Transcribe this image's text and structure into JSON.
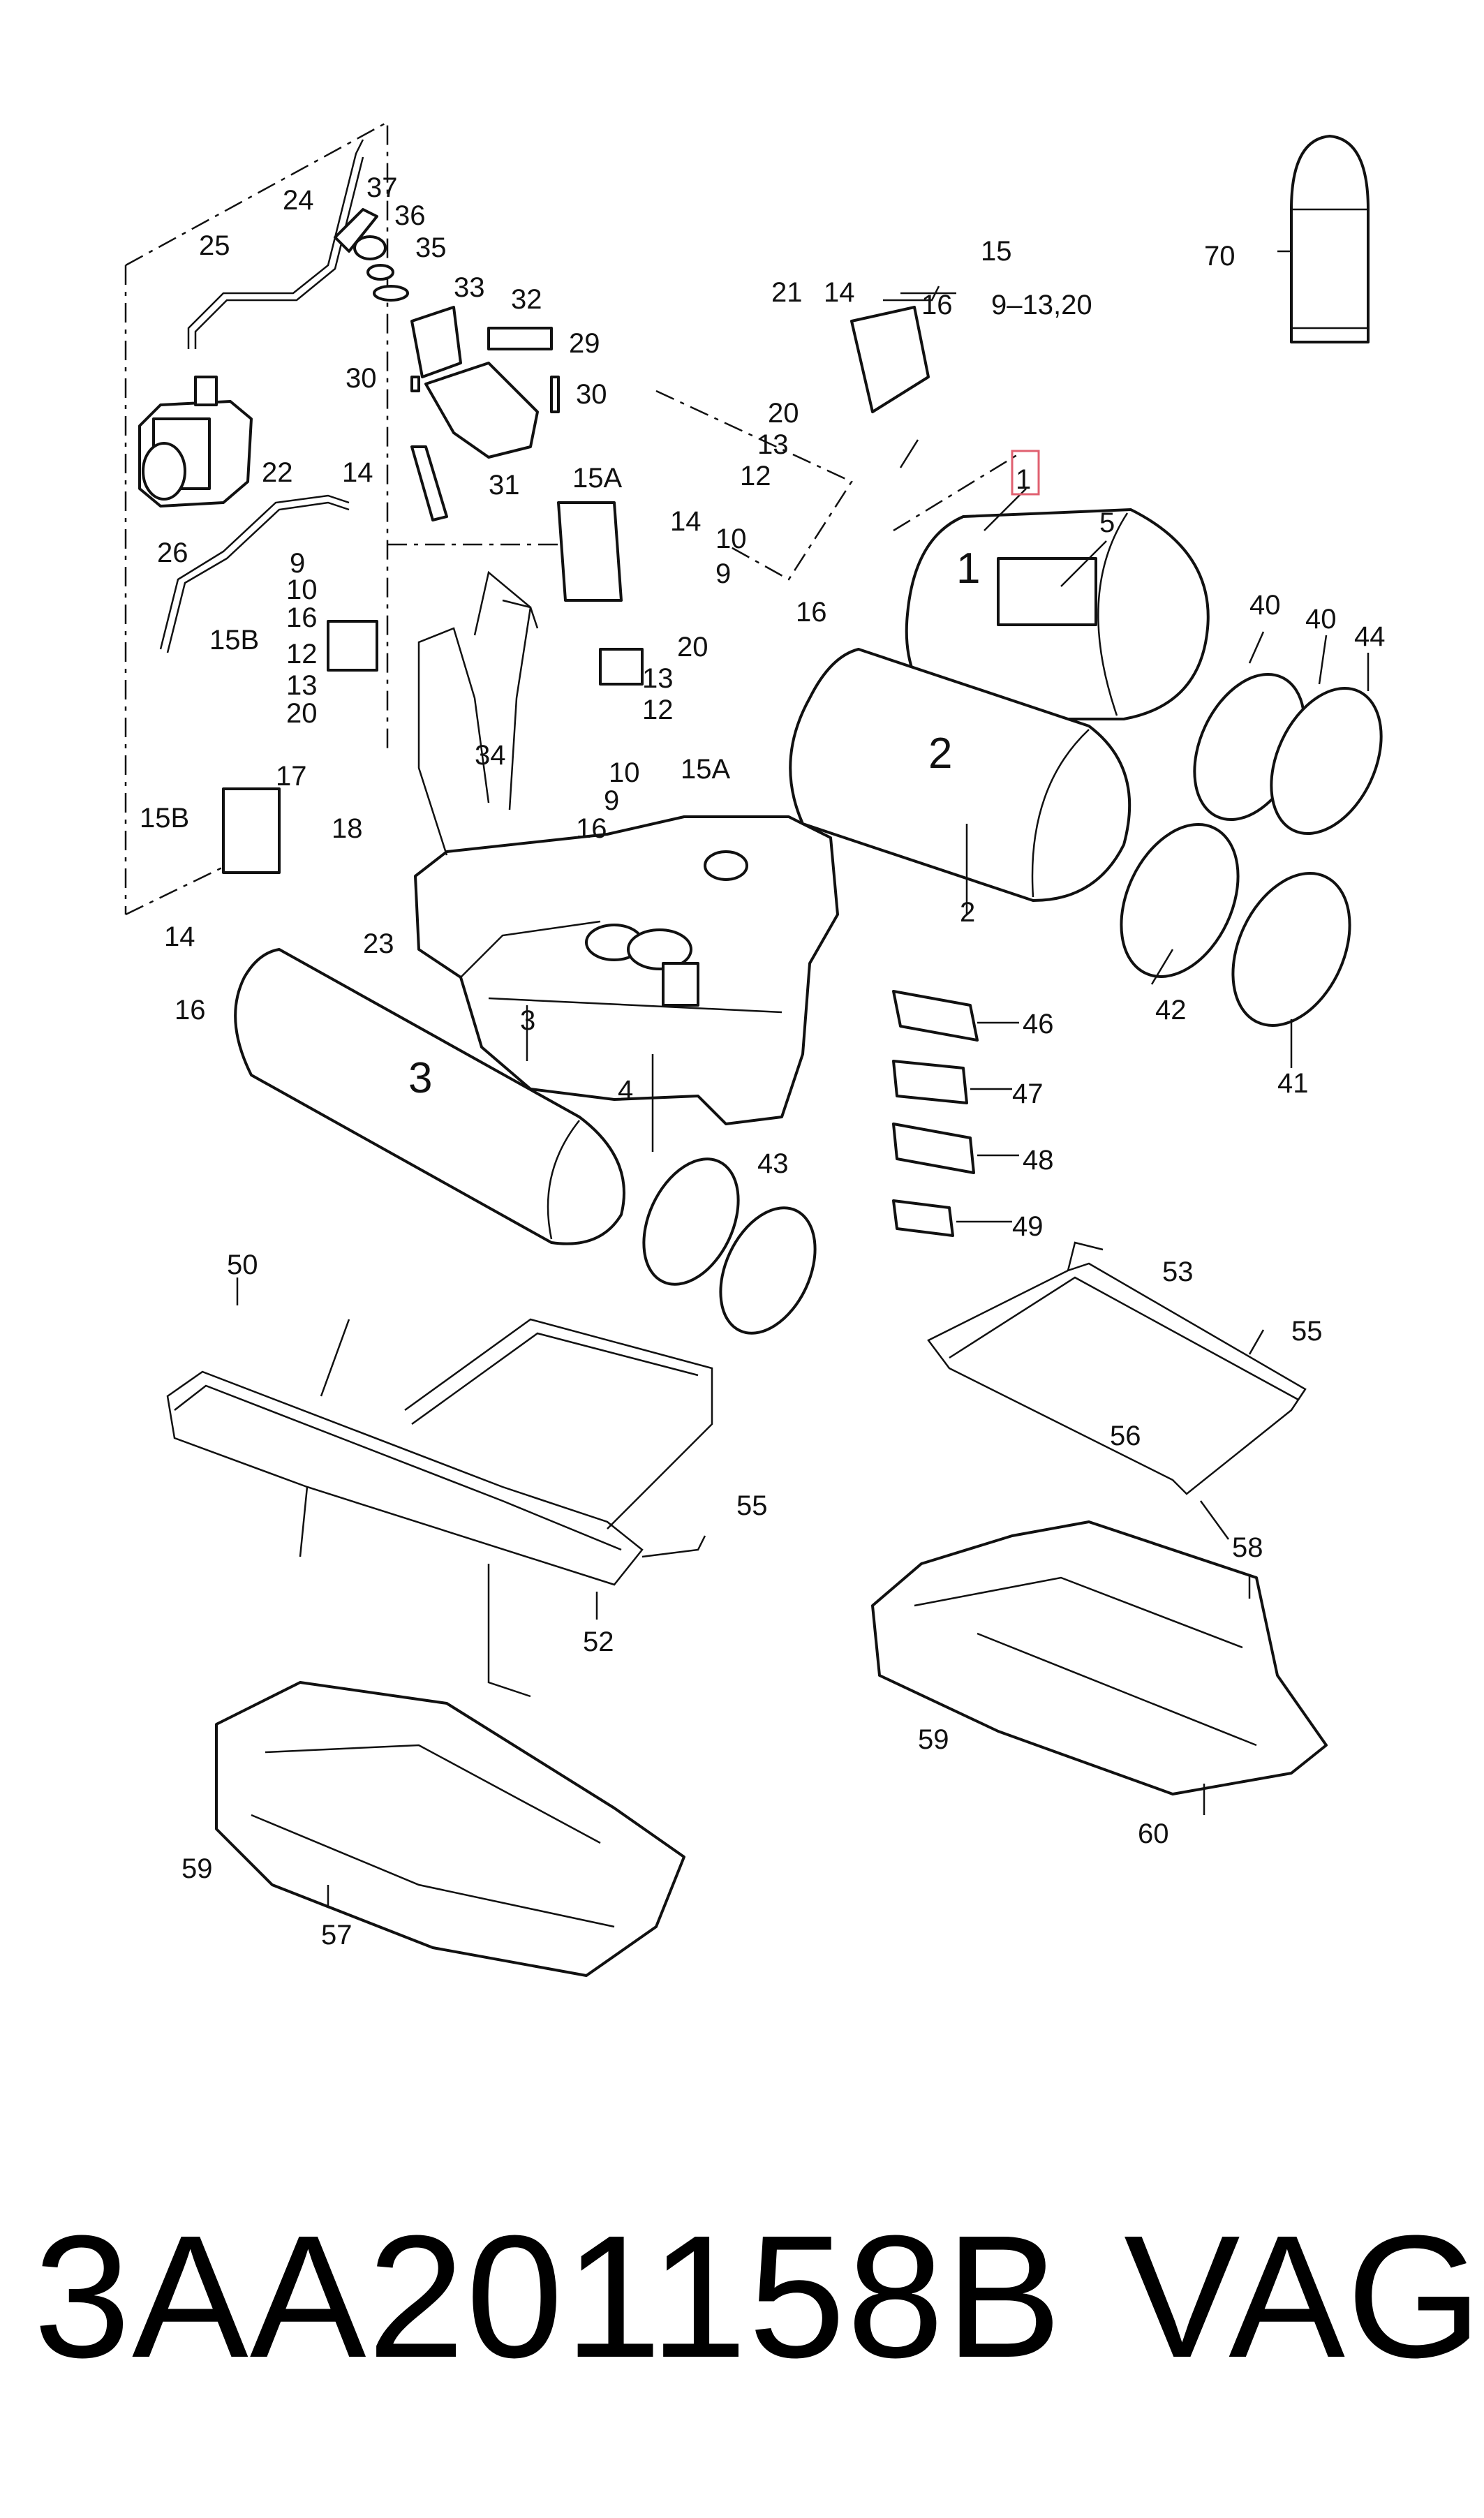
{
  "callouts": [
    {
      "id": "c25",
      "text": "25"
    },
    {
      "id": "c24",
      "text": "24"
    },
    {
      "id": "c37",
      "text": "37"
    },
    {
      "id": "c36",
      "text": "36"
    },
    {
      "id": "c35",
      "text": "35"
    },
    {
      "id": "c33",
      "text": "33"
    },
    {
      "id": "c32",
      "text": "32"
    },
    {
      "id": "c29",
      "text": "29"
    },
    {
      "id": "c30a",
      "text": "30"
    },
    {
      "id": "c30b",
      "text": "30"
    },
    {
      "id": "c31",
      "text": "31"
    },
    {
      "id": "c26",
      "text": "26"
    },
    {
      "id": "c22",
      "text": "22"
    },
    {
      "id": "c14a",
      "text": "14"
    },
    {
      "id": "c15A_top",
      "text": "15A"
    },
    {
      "id": "c14b",
      "text": "14"
    },
    {
      "id": "c21",
      "text": "21"
    },
    {
      "id": "c14c",
      "text": "14"
    },
    {
      "id": "c15",
      "text": "15"
    },
    {
      "id": "c16a",
      "text": "16"
    },
    {
      "id": "c9_13_20",
      "text": "9–13,20"
    },
    {
      "id": "c20a",
      "text": "20"
    },
    {
      "id": "c13a",
      "text": "13"
    },
    {
      "id": "c12a",
      "text": "12"
    },
    {
      "id": "c10a",
      "text": "10"
    },
    {
      "id": "c9a",
      "text": "9"
    },
    {
      "id": "c16b",
      "text": "16"
    },
    {
      "id": "c9b",
      "text": "9"
    },
    {
      "id": "c10b",
      "text": "10"
    },
    {
      "id": "c16c",
      "text": "16"
    },
    {
      "id": "c15B_a",
      "text": "15B"
    },
    {
      "id": "c12b",
      "text": "12"
    },
    {
      "id": "c13b",
      "text": "13"
    },
    {
      "id": "c20b",
      "text": "20"
    },
    {
      "id": "c20c",
      "text": "20"
    },
    {
      "id": "c13c",
      "text": "13"
    },
    {
      "id": "c12c",
      "text": "12"
    },
    {
      "id": "c34",
      "text": "34"
    },
    {
      "id": "c10c",
      "text": "10"
    },
    {
      "id": "c15A_bot",
      "text": "15A"
    },
    {
      "id": "c9c",
      "text": "9"
    },
    {
      "id": "c16d",
      "text": "16"
    },
    {
      "id": "c17",
      "text": "17"
    },
    {
      "id": "c15B_b",
      "text": "15B"
    },
    {
      "id": "c18",
      "text": "18"
    },
    {
      "id": "c14d",
      "text": "14"
    },
    {
      "id": "c23",
      "text": "23"
    },
    {
      "id": "c16e",
      "text": "16"
    },
    {
      "id": "c1_box",
      "text": "1"
    },
    {
      "id": "c5",
      "text": "5"
    },
    {
      "id": "c40a",
      "text": "40"
    },
    {
      "id": "c40b",
      "text": "40"
    },
    {
      "id": "c44",
      "text": "44"
    },
    {
      "id": "c2",
      "text": "2"
    },
    {
      "id": "c42",
      "text": "42"
    },
    {
      "id": "c41",
      "text": "41"
    },
    {
      "id": "c3",
      "text": "3"
    },
    {
      "id": "c4",
      "text": "4"
    },
    {
      "id": "c43",
      "text": "43"
    },
    {
      "id": "c46",
      "text": "46"
    },
    {
      "id": "c47",
      "text": "47"
    },
    {
      "id": "c48",
      "text": "48"
    },
    {
      "id": "c49",
      "text": "49"
    },
    {
      "id": "c50",
      "text": "50"
    },
    {
      "id": "c53",
      "text": "53"
    },
    {
      "id": "c55a",
      "text": "55"
    },
    {
      "id": "c56",
      "text": "56"
    },
    {
      "id": "c55b",
      "text": "55"
    },
    {
      "id": "c52",
      "text": "52"
    },
    {
      "id": "c58",
      "text": "58"
    },
    {
      "id": "c59a",
      "text": "59"
    },
    {
      "id": "c60",
      "text": "60"
    },
    {
      "id": "c59b",
      "text": "59"
    },
    {
      "id": "c57",
      "text": "57"
    },
    {
      "id": "c70",
      "text": "70"
    }
  ],
  "tank_labels": {
    "tank1": "1",
    "tank2": "2",
    "tank3": "3"
  },
  "highlight_color": "#e06070",
  "footer": {
    "part_number": "3AA201158B",
    "brand": "VAG"
  }
}
